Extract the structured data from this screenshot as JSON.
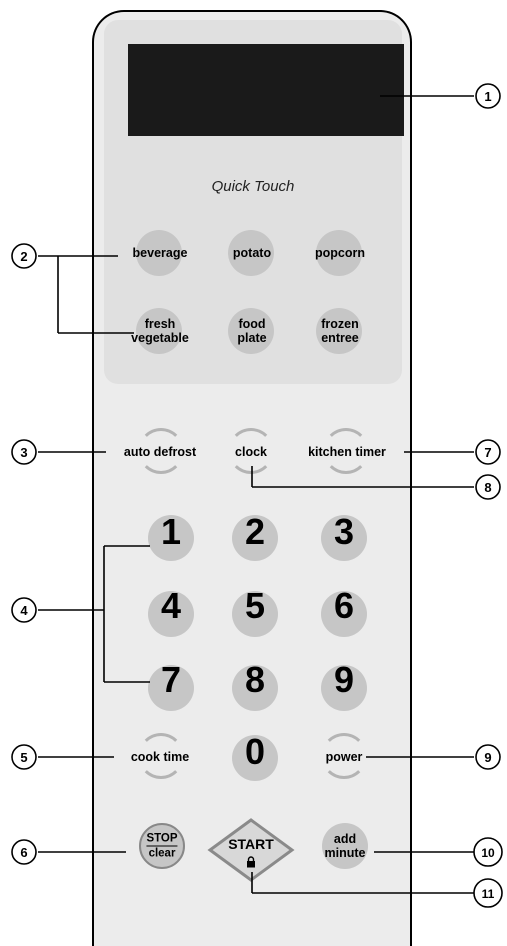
{
  "quick_touch_label": "Quick Touch",
  "quick_buttons": {
    "beverage": "beverage",
    "potato": "potato",
    "popcorn": "popcorn",
    "fresh_vegetable": [
      "fresh",
      "vegetable"
    ],
    "food_plate": [
      "food",
      "plate"
    ],
    "frozen_entree": [
      "frozen",
      "entree"
    ]
  },
  "function_buttons": {
    "auto_defrost": "auto defrost",
    "clock": "clock",
    "kitchen_timer": "kitchen timer",
    "cook_time": "cook time",
    "power": "power",
    "stop": "STOP",
    "clear": "clear",
    "start": "START",
    "add": "add",
    "minute": "minute"
  },
  "number_keys": [
    "1",
    "2",
    "3",
    "4",
    "5",
    "6",
    "7",
    "8",
    "9",
    "0"
  ],
  "callouts": [
    "1",
    "2",
    "3",
    "4",
    "5",
    "6",
    "7",
    "8",
    "9",
    "10",
    "11"
  ],
  "colors": {
    "pad": "#c6c6c6",
    "panel": "#ececec",
    "display": "#1a1a1a"
  }
}
